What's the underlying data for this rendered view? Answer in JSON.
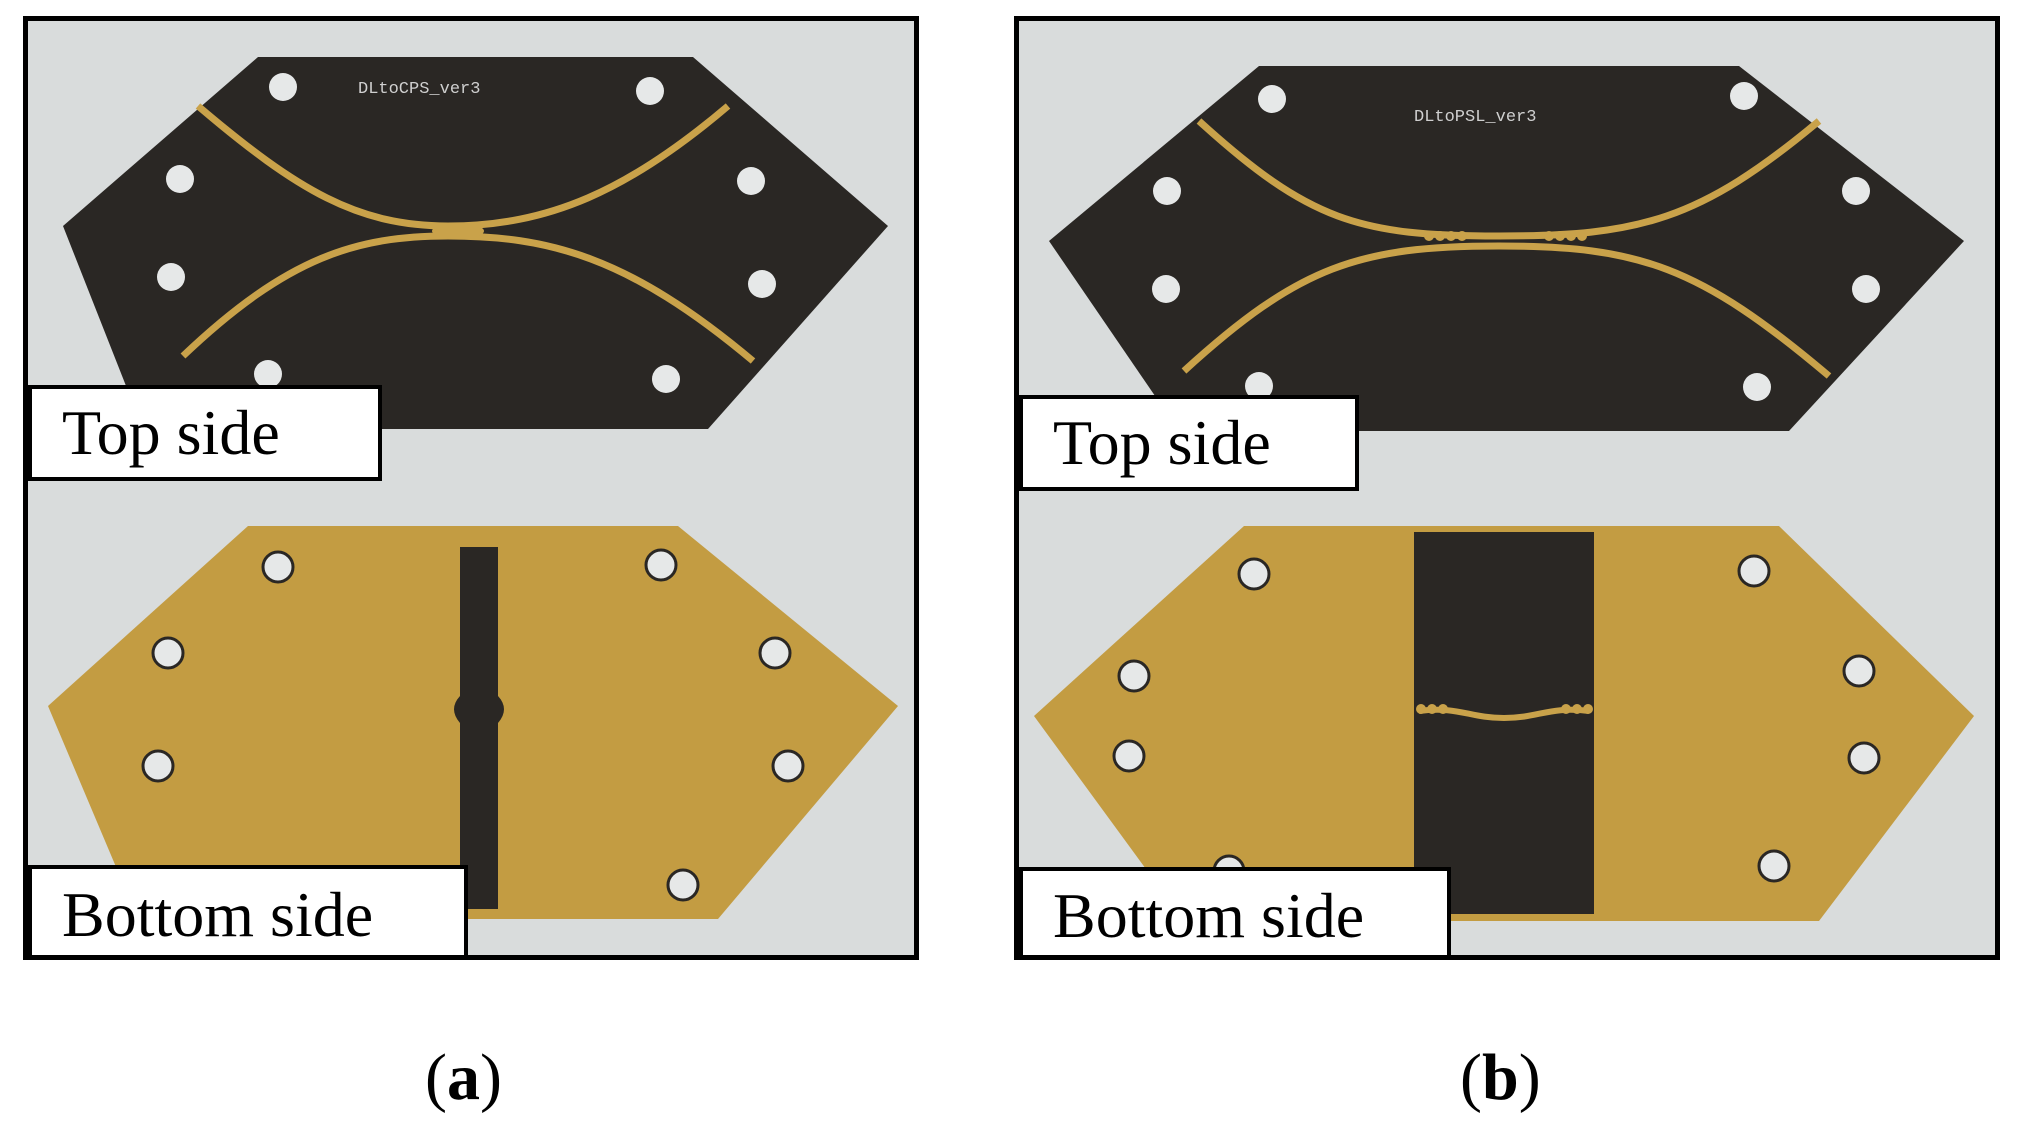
{
  "figure": {
    "panels": [
      {
        "id": "a",
        "board_marking": "DLtoCPS_ver3",
        "top_label": "Top side",
        "bottom_label": "Bottom side",
        "caption_letter": "a"
      },
      {
        "id": "b",
        "board_marking": "DLtoPSL_ver3",
        "top_label": "Top side",
        "bottom_label": "Bottom side",
        "caption_letter": "b"
      }
    ]
  },
  "colors": {
    "substrate": "#2a2724",
    "copper": "#c9a24a",
    "background": "#d9dcdc",
    "frame": "#000000"
  }
}
